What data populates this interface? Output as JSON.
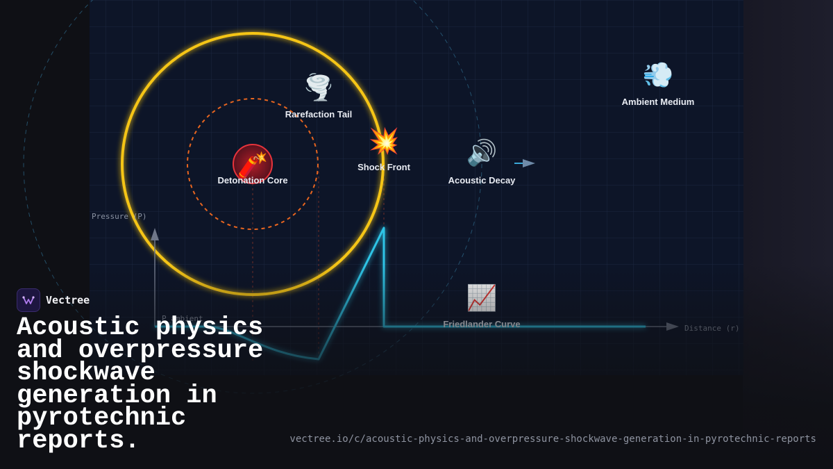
{
  "diagram": {
    "nodes": [
      {
        "label": "Detonation Core",
        "icon": "firecracker-icon",
        "glyph": "🧨"
      },
      {
        "label": "Rarefaction Tail",
        "icon": "tornado-icon",
        "glyph": "🌪️"
      },
      {
        "label": "Shock Front",
        "icon": "collision-icon",
        "glyph": "💥"
      },
      {
        "label": "Acoustic Decay",
        "icon": "speaker-icon",
        "glyph": "🔊"
      },
      {
        "label": "Ambient Medium",
        "icon": "wind-icon",
        "glyph": "💨"
      },
      {
        "label": "Friedlander Curve",
        "icon": "chart-increasing-icon",
        "glyph": "📈"
      }
    ],
    "axes": {
      "y_label": "Pressure (P)",
      "x_label": "Distance (r)",
      "baseline_label": "P_ambient"
    },
    "colors": {
      "shock_ring": "#f5c518",
      "core_ring": "#e8651f",
      "pressure_curve": "#2ec4e6",
      "grid": "#1b2740",
      "panel": "#0d1528"
    }
  },
  "brand": {
    "name": "Vectree",
    "logo_icon": "vectree-logo-icon"
  },
  "headline": "Acoustic physics and overpressure shockwave generation in pyrotechnic reports.",
  "url": "vectree.io/c/acoustic-physics-and-overpressure-shockwave-generation-in-pyrotechnic-reports"
}
